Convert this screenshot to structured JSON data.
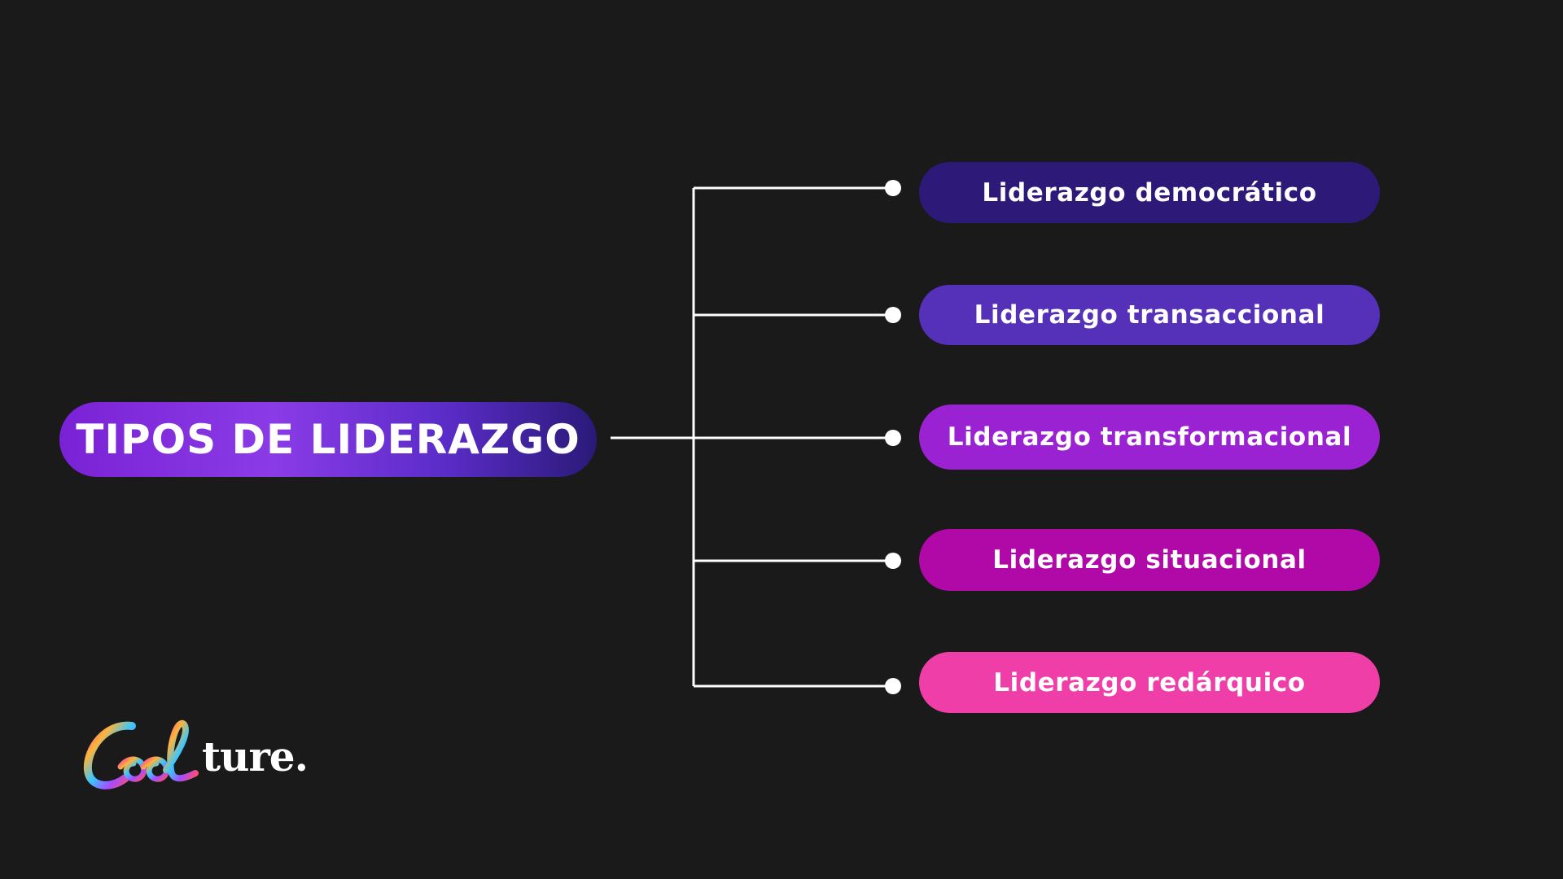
{
  "diagram": {
    "root": {
      "label": "TIPOS DE LIDERAZGO"
    },
    "branches": [
      {
        "label": "Liderazgo democrático",
        "color": "#2d1a78"
      },
      {
        "label": "Liderazgo transaccional",
        "color": "#5530b8"
      },
      {
        "label": "Liderazgo transformacional",
        "color": "#9a22d2"
      },
      {
        "label": "Liderazgo situacional",
        "color": "#b108a8"
      },
      {
        "label": "Liderazgo redárquico",
        "color": "#ef3ea8"
      }
    ],
    "connector_color": "#ffffff"
  },
  "logo": {
    "name": "Coolture.",
    "visible_suffix": "ture."
  }
}
